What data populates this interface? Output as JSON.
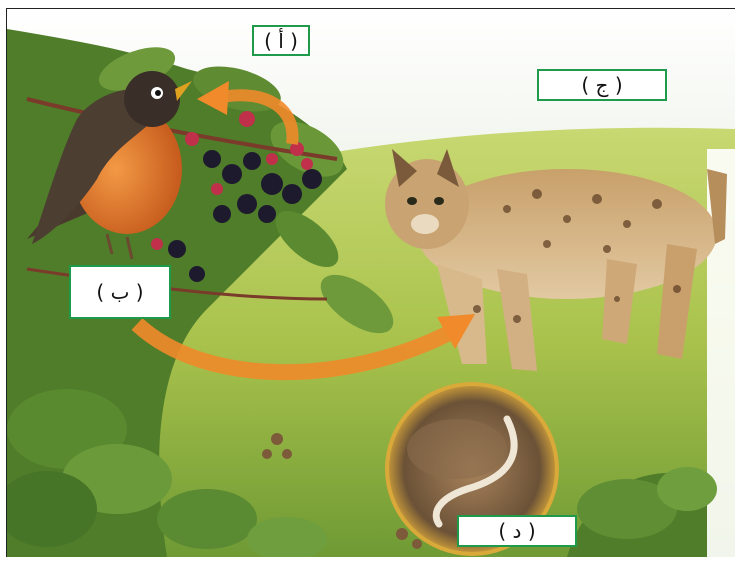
{
  "labels": {
    "a": "( أ )",
    "b": "( ب )",
    "c": "( ج )",
    "d": "( د )"
  },
  "colors": {
    "label_border": "#1f9a4a",
    "arrow": "#f08a2a",
    "grass": "#b5c95a",
    "sky": "#eef3ea"
  },
  "icons": [
    "robin-bird",
    "bobcat",
    "blackberry-bush",
    "earthworm",
    "cycle-arrow"
  ]
}
